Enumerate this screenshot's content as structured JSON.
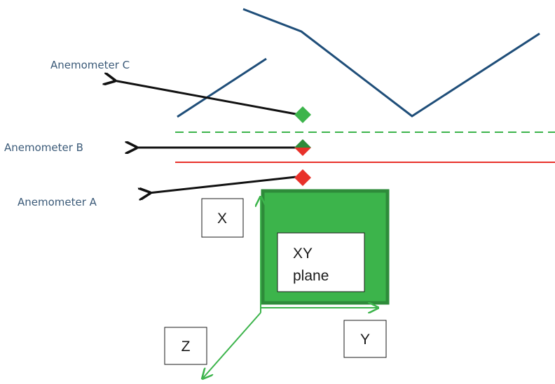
{
  "labels": {
    "anemometer_c": "Anemometer C",
    "anemometer_b": "Anemometer B",
    "anemometer_a": "Anemometer A"
  },
  "axes": {
    "x": "X",
    "y": "Y",
    "z": "Z"
  },
  "plane": {
    "line1": "XY",
    "line2": "plane"
  },
  "colors": {
    "line_blue": "#1f4e79",
    "green": "#3cb44b",
    "green_dark": "#2e8b3a",
    "red": "#e8312a",
    "arrow": "#111111",
    "label_text": "#3b5a78"
  }
}
